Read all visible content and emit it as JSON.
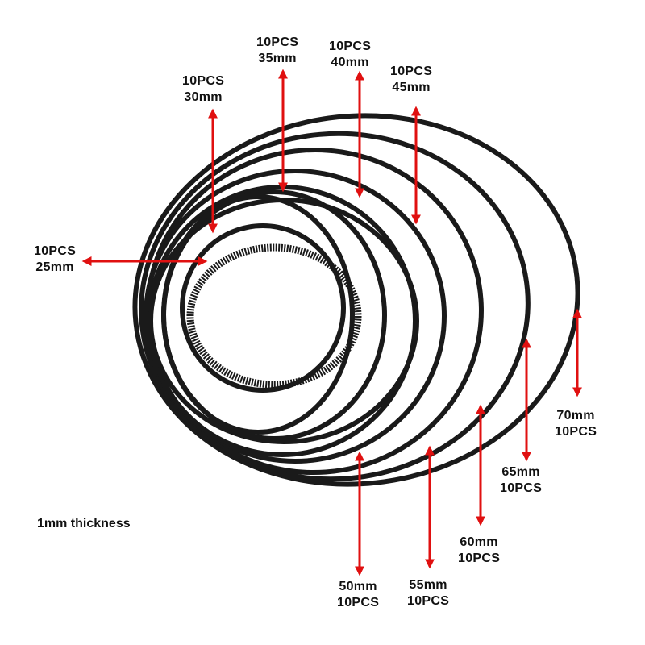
{
  "colors": {
    "ring": "#1a1a1a",
    "arrow": "#e01010",
    "text": "#111111",
    "background": "#ffffff"
  },
  "note": "1mm thickness",
  "labels": {
    "d25": {
      "qty": "10PCS",
      "size": "25mm"
    },
    "d30": {
      "qty": "10PCS",
      "size": "30mm"
    },
    "d35": {
      "qty": "10PCS",
      "size": "35mm"
    },
    "d40": {
      "qty": "10PCS",
      "size": "40mm"
    },
    "d45": {
      "qty": "10PCS",
      "size": "45mm"
    },
    "d50": {
      "size": "50mm",
      "qty": "10PCS"
    },
    "d55": {
      "size": "55mm",
      "qty": "10PCS"
    },
    "d60": {
      "size": "60mm",
      "qty": "10PCS"
    },
    "d65": {
      "size": "65mm",
      "qty": "10PCS"
    },
    "d70": {
      "size": "70mm",
      "qty": "10PCS"
    }
  }
}
